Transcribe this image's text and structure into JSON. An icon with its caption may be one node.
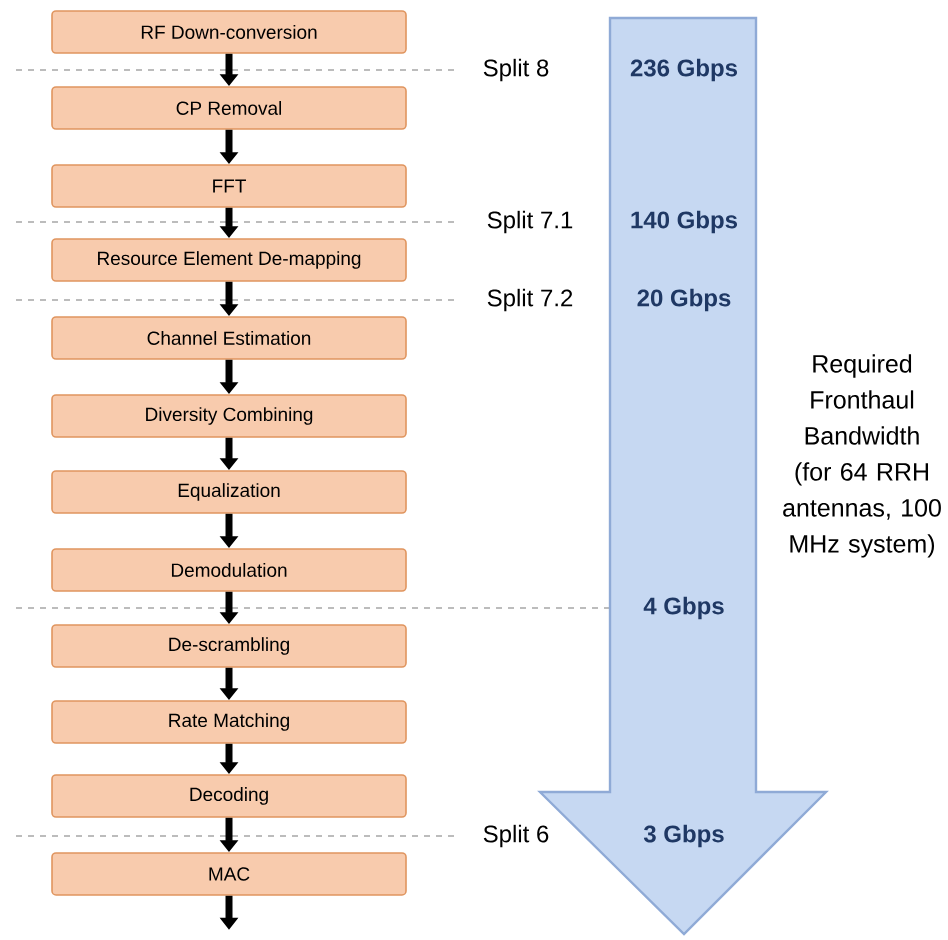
{
  "diagram": {
    "nodes": [
      {
        "text": [
          "RF Down-conversion"
        ]
      },
      {
        "text": [
          "CP Removal"
        ]
      },
      {
        "text": [
          "FFT"
        ]
      },
      {
        "text": [
          "Resource Element De-mapping"
        ]
      },
      {
        "text": [
          "Channel Estimation"
        ]
      },
      {
        "text": [
          "Diversity Combining"
        ]
      },
      {
        "text": [
          "Equalization"
        ]
      },
      {
        "text": [
          "Demodulation"
        ]
      },
      {
        "text": [
          "De-scrambling"
        ]
      },
      {
        "text": [
          "Rate Matching"
        ]
      },
      {
        "text": [
          "Decoding"
        ]
      },
      {
        "text": [
          "MAC"
        ]
      }
    ],
    "edges": [
      {
        "from": 0,
        "to": 1,
        "arrow": "to"
      },
      {
        "from": 1,
        "to": 2,
        "arrow": "to"
      },
      {
        "from": 2,
        "to": 3,
        "arrow": "to"
      },
      {
        "from": 3,
        "to": 4,
        "arrow": "to"
      },
      {
        "from": 4,
        "to": 5,
        "arrow": "to"
      },
      {
        "from": 5,
        "to": 6,
        "arrow": "to"
      },
      {
        "from": 6,
        "to": 7,
        "arrow": "to"
      },
      {
        "from": 7,
        "to": 8,
        "arrow": "to"
      },
      {
        "from": 8,
        "to": 9,
        "arrow": "to"
      },
      {
        "from": 9,
        "to": 10,
        "arrow": "to"
      },
      {
        "from": 10,
        "to": 11,
        "arrow": "to"
      },
      {
        "from": 11,
        "to": null,
        "arrow": "to"
      }
    ],
    "labels": [
      "Split 8",
      "236 Gbps",
      "Split 7.1",
      "140 Gbps",
      "Split 7.2",
      "20 Gbps",
      "Required Fronthaul Bandwidth (for 64 RRH antennas, 100 MHz system)",
      "4 Gbps",
      "Split 6",
      "3 Gbps"
    ]
  }
}
